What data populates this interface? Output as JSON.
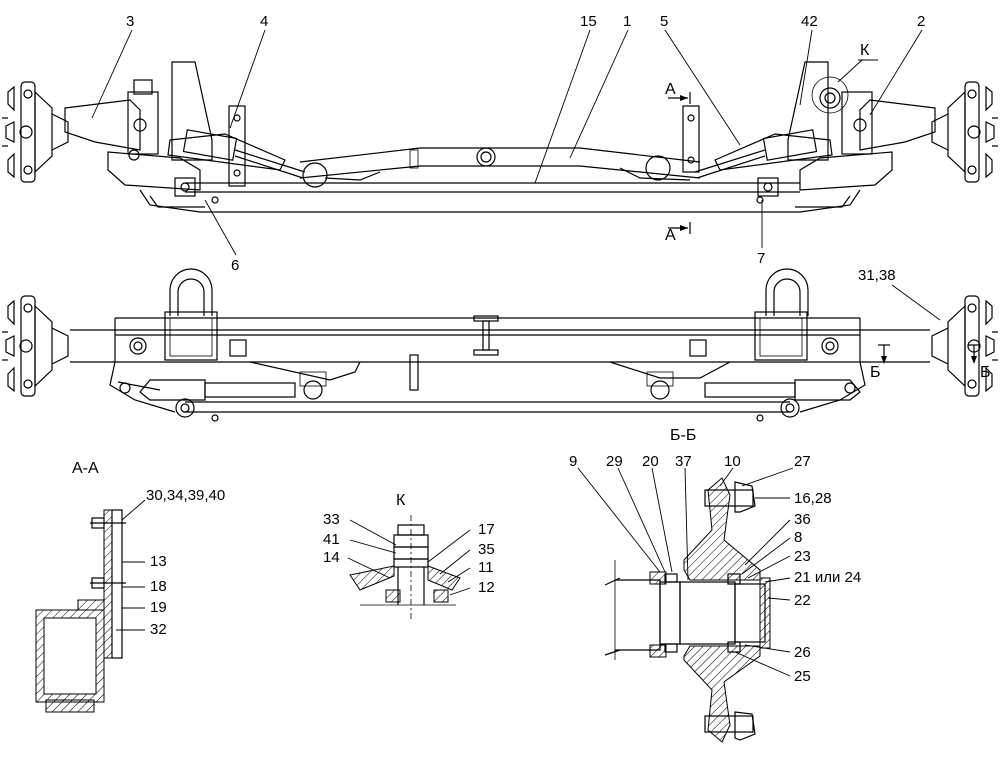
{
  "top_view": {
    "callouts": {
      "c3": "3",
      "c4": "4",
      "c15": "15",
      "c1": "1",
      "c5": "5",
      "c42": "42",
      "cK": "К",
      "c2": "2",
      "c6": "6",
      "c7": "7"
    },
    "section_mark": "А"
  },
  "bottom_view": {
    "callouts": {
      "c31_38": "31,38"
    },
    "section_mark": "Б"
  },
  "section_aa": {
    "title": "А-А",
    "callouts": [
      "30,34,39,40",
      "13",
      "18",
      "19",
      "32"
    ]
  },
  "detail_k": {
    "title": "К",
    "callouts_left": [
      "33",
      "41",
      "14"
    ],
    "callouts_right": [
      "17",
      "35",
      "11",
      "12"
    ]
  },
  "section_bb": {
    "title": "Б-Б",
    "callouts_top": [
      "9",
      "29",
      "20",
      "37",
      "10",
      "27"
    ],
    "callouts_right": [
      "16,28",
      "36",
      "8",
      "23",
      "21 или 24",
      "22",
      "26",
      "25"
    ]
  }
}
